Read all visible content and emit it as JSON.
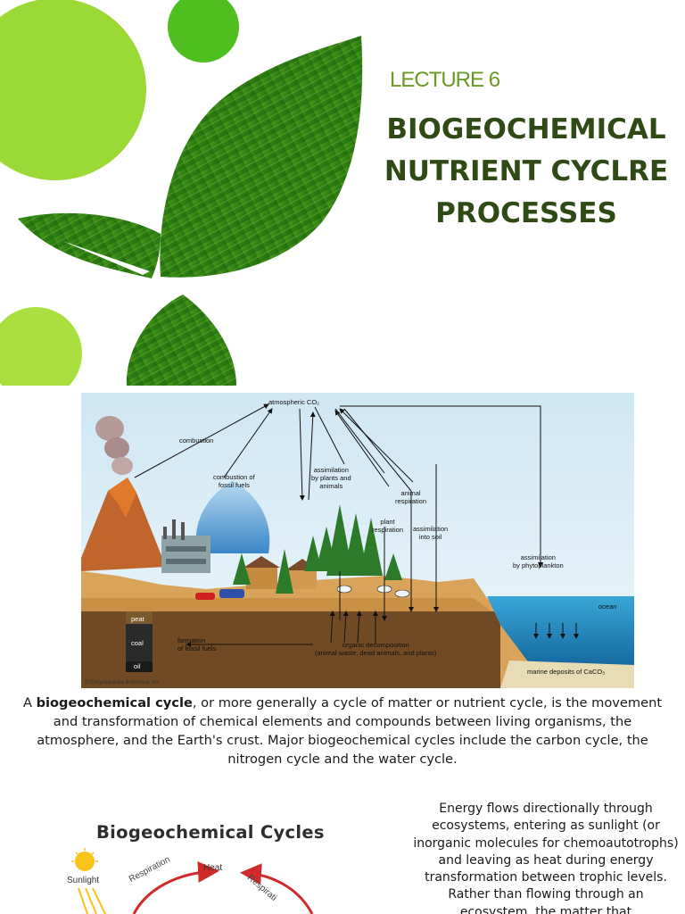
{
  "header": {
    "lecture": "LECTURE 6",
    "title_lines": [
      "BIOGEOCHEMICAL",
      "NUTRIENT CYCLRE",
      "PROCESSES"
    ]
  },
  "diagram": {
    "labels": {
      "atmospheric": "atmospheric CO₂",
      "combustion": "combustion",
      "combustion_fossil": "combustion of\nfossil fuels",
      "assim_plants": "assimilation\nby plants and\nanimals",
      "animal_resp": "animal\nrespiration",
      "plant_resp": "plant\nrespiration",
      "assim_soil": "assimilation\ninto soil",
      "assim_phyto": "assimilation\nby phytoplankton",
      "ocean": "ocean",
      "peat": "peat",
      "coal": "coal",
      "oil": "oil",
      "formation": "formation\nof fossil fuels",
      "decomposition": "organic decomposition\n(animal waste, dead animals, and plants)",
      "marine": "marine deposits of CaCO₃",
      "credit": "© Encyclopædia Britannica, Inc."
    }
  },
  "paragraph": {
    "bold": "biogeochemical cycle",
    "prefix": "A ",
    "rest": ", or more generally a cycle of matter or nutrient cycle, is the movement and transformation of chemical elements and compounds between living organisms, the atmosphere, and the Earth's crust. Major biogeochemical cycles include the carbon cycle, the nitrogen cycle and the water cycle."
  },
  "bottom": {
    "figure_title": "Biogeochemical Cycles",
    "sunlight": "Sunlight",
    "heat": "Heat",
    "respiration_left": "Respiration",
    "respiration_right": "Respirati",
    "side_text": "Energy flows directionally through ecosystems, entering as sunlight (or inorganic molecules for chemoautotrophs) and leaving as heat during energy transformation between trophic levels. Rather than flowing through an ecosystem, the matter that"
  }
}
